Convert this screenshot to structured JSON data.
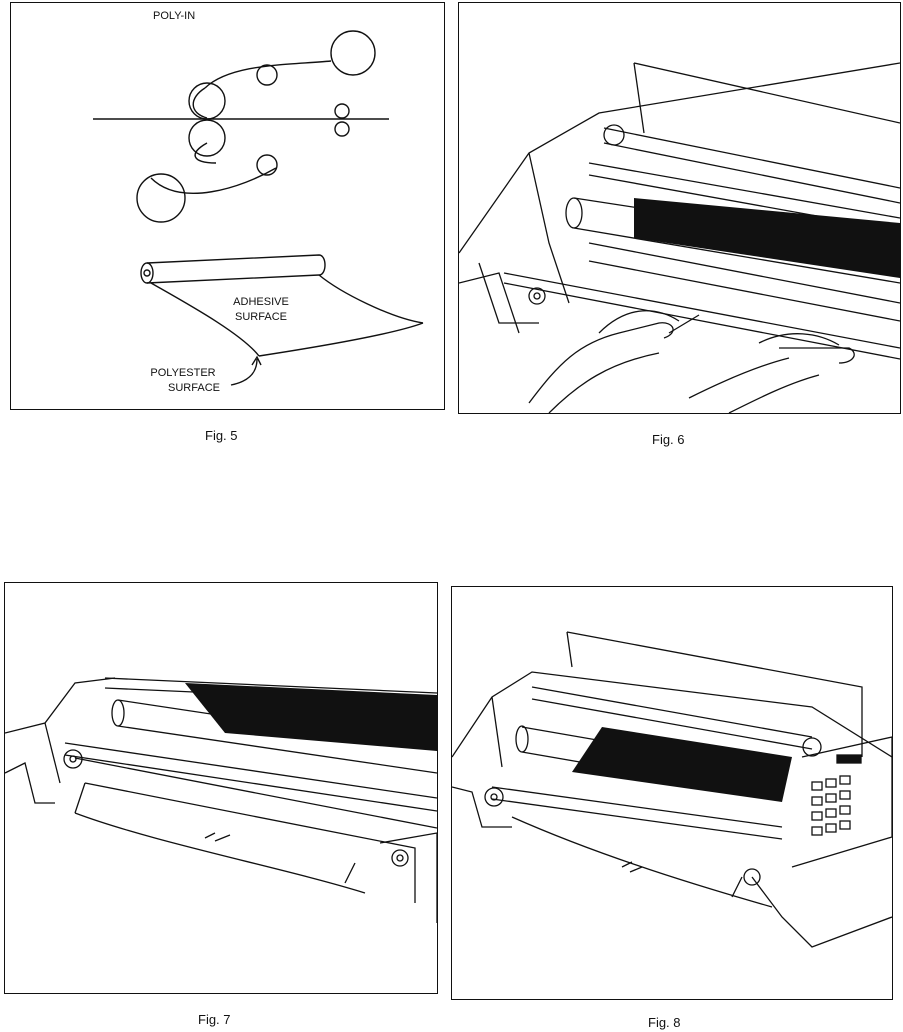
{
  "figures": [
    {
      "caption": "Fig. 5",
      "title": "POLY-IN",
      "labels": {
        "adhesive_line1": "ADHESIVE",
        "adhesive_line2": "SURFACE",
        "polyester_line1": "POLYESTER",
        "polyester_line2": "SURFACE"
      }
    },
    {
      "caption": "Fig. 6"
    },
    {
      "caption": "Fig. 7"
    },
    {
      "caption": "Fig. 8"
    }
  ]
}
